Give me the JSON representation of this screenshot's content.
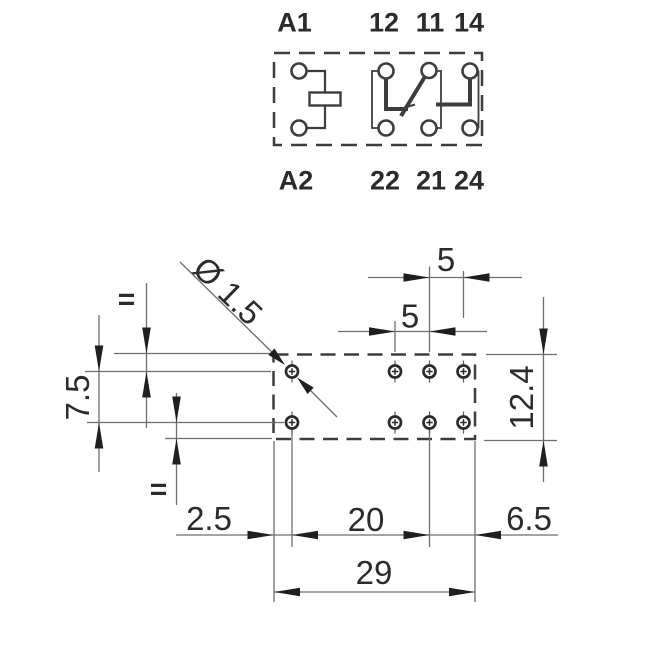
{
  "schematic": {
    "top_labels": [
      "A1",
      "12",
      "11",
      "14"
    ],
    "bottom_labels": [
      "A2",
      "22",
      "21",
      "24"
    ]
  },
  "drawing": {
    "hole_diameter": "Ø 1.5",
    "vertical_pin_spacing": "7.5",
    "upper_pitch": "5",
    "lower_pitch": "5",
    "body_height": "12.4",
    "left_offset": "2.5",
    "pin_span": "20",
    "right_offset": "6.5",
    "body_width": "29",
    "equal_mark_top": "=",
    "equal_mark_bottom": "="
  },
  "colors": {
    "background": "#ffffff",
    "schematic_line": "#3d3d3d",
    "dimension_line": "#6e6e6e",
    "arrow": "#1f1f1f",
    "text": "#2b2b2b"
  }
}
